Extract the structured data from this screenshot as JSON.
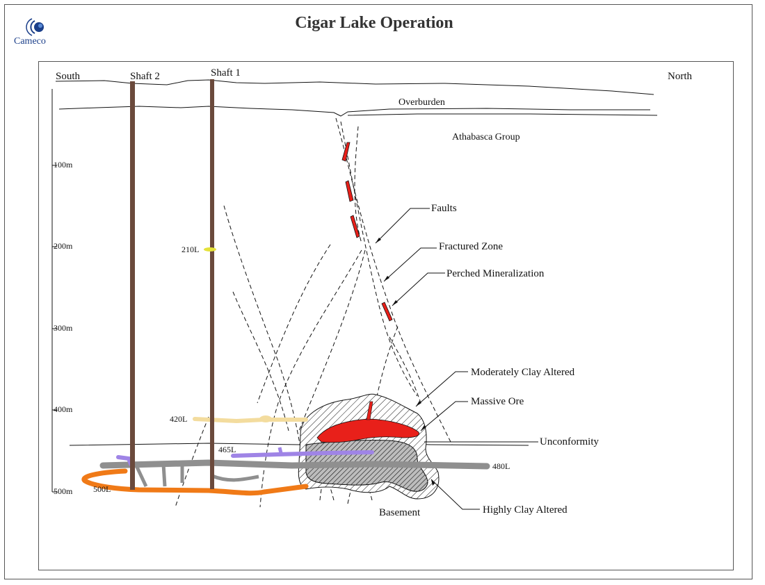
{
  "logo": {
    "text": "Cameco",
    "icon": "cameco-logo-icon"
  },
  "title": "Cigar Lake Operation",
  "direction": {
    "south": "South",
    "north": "North"
  },
  "shafts": [
    {
      "id": "shaft2",
      "label": "Shaft 2"
    },
    {
      "id": "shaft1",
      "label": "Shaft 1"
    }
  ],
  "layers": {
    "overburden": "Overburden",
    "athabasca": "Athabasca Group",
    "unconformity": "Unconformity",
    "basement": "Basement"
  },
  "depth_labels": [
    "100m",
    "200m",
    "300m",
    "400m",
    "500m"
  ],
  "levels": [
    "210L",
    "420L",
    "465L",
    "480L",
    "500L"
  ],
  "annotations": {
    "faults": "Faults",
    "fractured_zone": "Fractured Zone",
    "perched_mineralization": "Perched Mineralization",
    "moderately_clay_altered": "Moderately Clay Altered",
    "massive_ore": "Massive Ore",
    "highly_clay_altered": "Highly Clay Altered"
  },
  "colors": {
    "shaft": "#6b4a3c",
    "ore": "#e8201a",
    "level_210": "#e5e23a",
    "level_420": "#f3dc9e",
    "level_465": "#9f84e6",
    "level_480": "#8f8f8f",
    "level_500": "#f07a17",
    "logo": "#1b3f8a"
  }
}
